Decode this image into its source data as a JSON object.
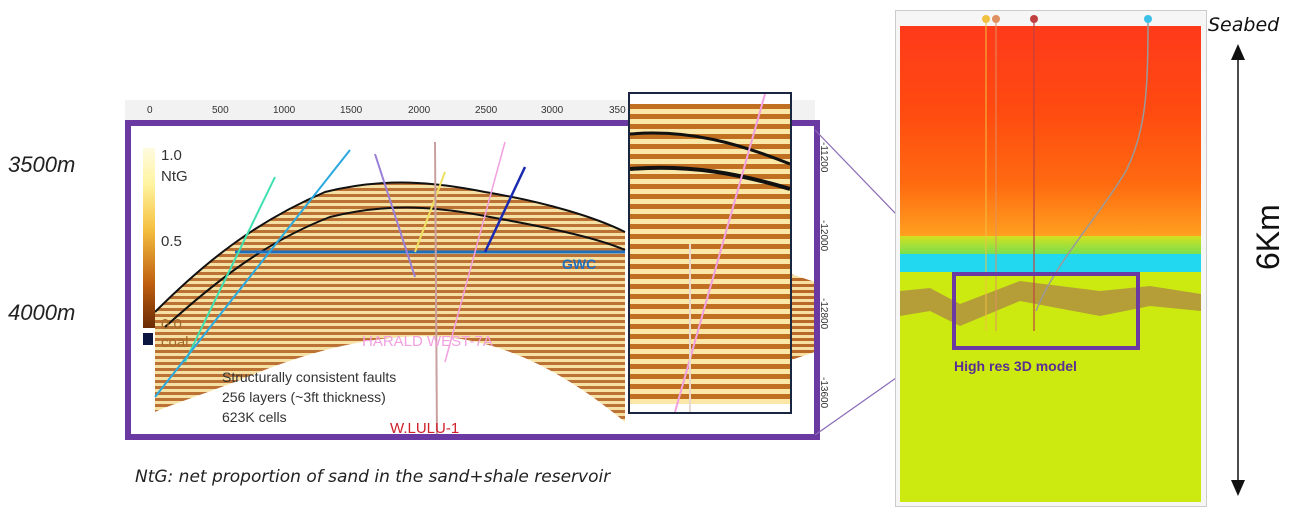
{
  "left_panel": {
    "depth_top": "3500m",
    "depth_bottom": "4000m",
    "top_axis_ticks": [
      "0",
      "500",
      "1000",
      "1500",
      "2000",
      "2500",
      "3000",
      "350"
    ],
    "right_axis_ticks": [
      "-11200",
      "-12000",
      "-12800",
      "-13600"
    ],
    "legend": {
      "max_label": "1.0",
      "title": "NtG",
      "mid_label": "0.5",
      "min_label": "0.0",
      "coal_label": "coal"
    },
    "labels": {
      "gwc": "GWC",
      "well_a": "HARALD WEST-7A",
      "well_b": "W.LULU-1"
    },
    "notes": [
      "Structurally consistent faults",
      "256 layers (~3ft thickness)",
      "623K cells"
    ]
  },
  "caption": "NtG: net proportion of sand in the sand+shale reservoir",
  "right_panel": {
    "seabed_label": "Seabed",
    "scale_label": "6Km",
    "model_label": "High res 3D model"
  },
  "colors": {
    "frame": "#6a3aa2",
    "gwc": "#1f6fbf",
    "well_a": "#f2a0e0",
    "well_b": "#d0202a",
    "high_res_label": "#5a2e93"
  }
}
